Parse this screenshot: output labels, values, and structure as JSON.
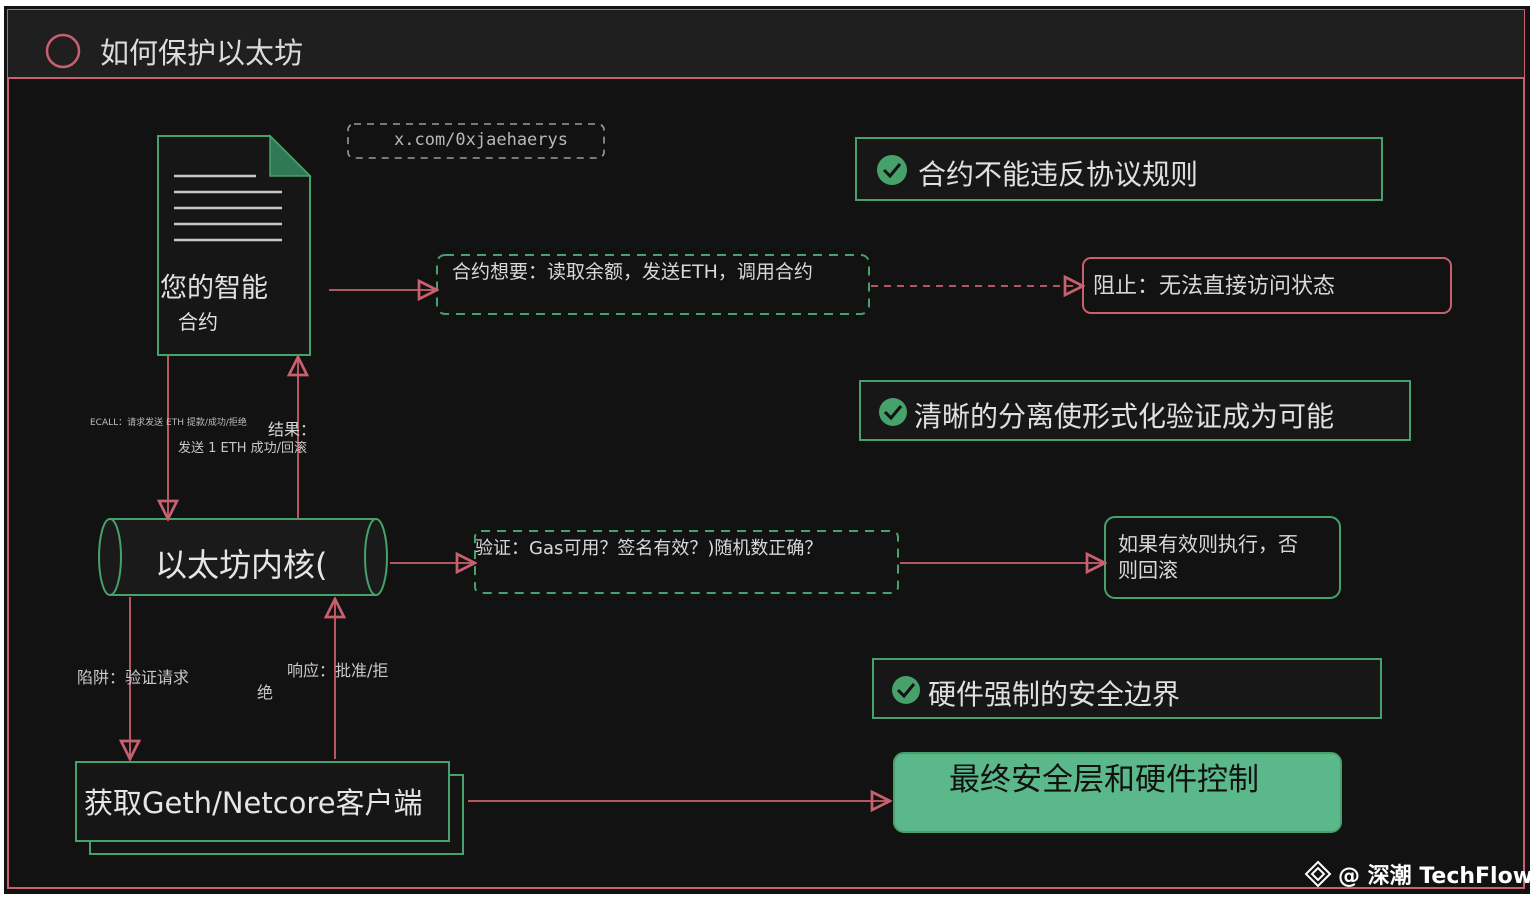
{
  "header": {
    "title": "如何保护以太坊"
  },
  "handle": "x.com/0xjaehaerys",
  "contract": {
    "line1": "您的智能",
    "line2": "合约"
  },
  "wants_box": "合约想要：读取余额，发送ETH，调用合约",
  "blocked_box": "阻止：无法直接访问状态",
  "ecall_label": "ECALL：请求发送 ETH 提款/成功/拒绝",
  "result_label": {
    "line1": "结果：",
    "line2": "发送 1 ETH 成功/回滚"
  },
  "kernel": "以太坊内核(",
  "verify_box": "验证：Gas可用？签名有效？)随机数正确？",
  "execute_box": {
    "line1": "如果有效则执行，否",
    "line2": "则回滚"
  },
  "trap_label": "陷阱：验证请求",
  "response_label": {
    "line1": "响应：批准/拒",
    "line2": "绝"
  },
  "client": "获取Geth/Netcore客户端",
  "final_box": "最终安全层和硬件控制",
  "benefits": [
    "合约不能违反协议规则",
    "清晰的分离使形式化验证成为可能",
    "硬件强制的安全边界"
  ],
  "watermark": "@ 深潮 TechFlow",
  "colors": {
    "background": "#121212",
    "frame": "#c9606e",
    "green": "#47a16a",
    "final_fill": "#5bb88a",
    "text": "#d8d8d8"
  }
}
